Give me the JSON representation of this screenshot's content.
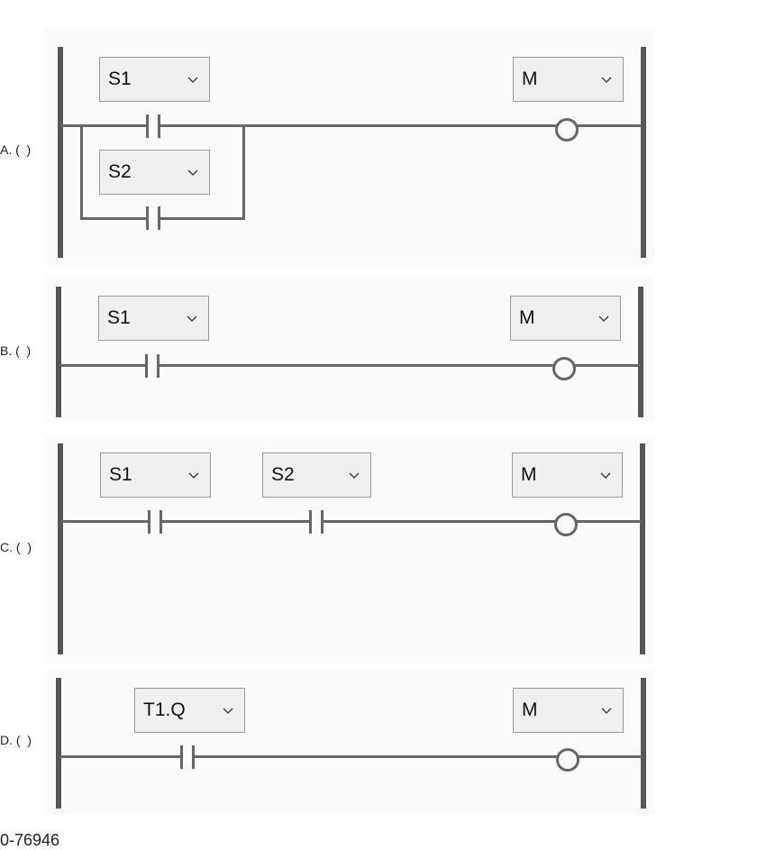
{
  "options": [
    {
      "label": "A. (  )",
      "contacts": [
        "S1",
        "S2"
      ],
      "coil": "M"
    },
    {
      "label": "B. (  )",
      "contacts": [
        "S1"
      ],
      "coil": "M"
    },
    {
      "label": "C. (  )",
      "contacts": [
        "S1",
        "S2"
      ],
      "coil": "M"
    },
    {
      "label": "D. (  )",
      "contacts": [
        "T1.Q"
      ],
      "coil": "M"
    }
  ],
  "footer": {
    "id": "0-76946"
  },
  "icons": {
    "dropdown": "chevron-down-icon"
  },
  "colors": {
    "rail": "#555555",
    "wire": "#666666",
    "panel": "#fafafa",
    "select_bg": "#f0f0f0",
    "select_border": "#9a9a9a"
  }
}
